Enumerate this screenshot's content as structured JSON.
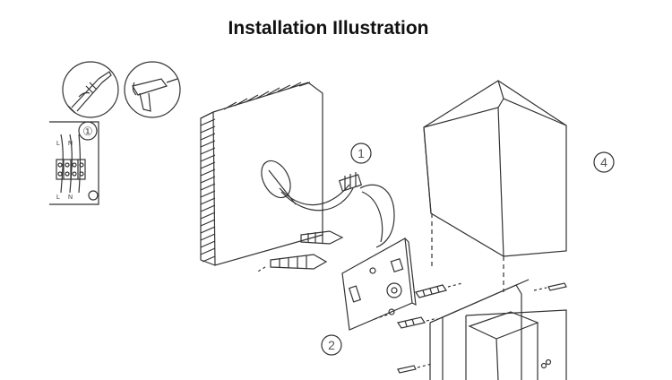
{
  "title": "Installation Illustration",
  "callouts": {
    "inset": "①",
    "step1": "1",
    "step2": "2",
    "step4": "4"
  },
  "wiring_labels": {
    "top_l": "L",
    "top_n": "N",
    "bottom_l": "L",
    "bottom_n": "N"
  },
  "icons": [
    "screwdriver-icon",
    "drill-icon",
    "terminal-block-icon",
    "wall-plate-icon",
    "anchor-plug-icon",
    "screw-icon",
    "cube-lamp-icon"
  ],
  "colors": {
    "line": "#333333",
    "background": "#ffffff"
  }
}
